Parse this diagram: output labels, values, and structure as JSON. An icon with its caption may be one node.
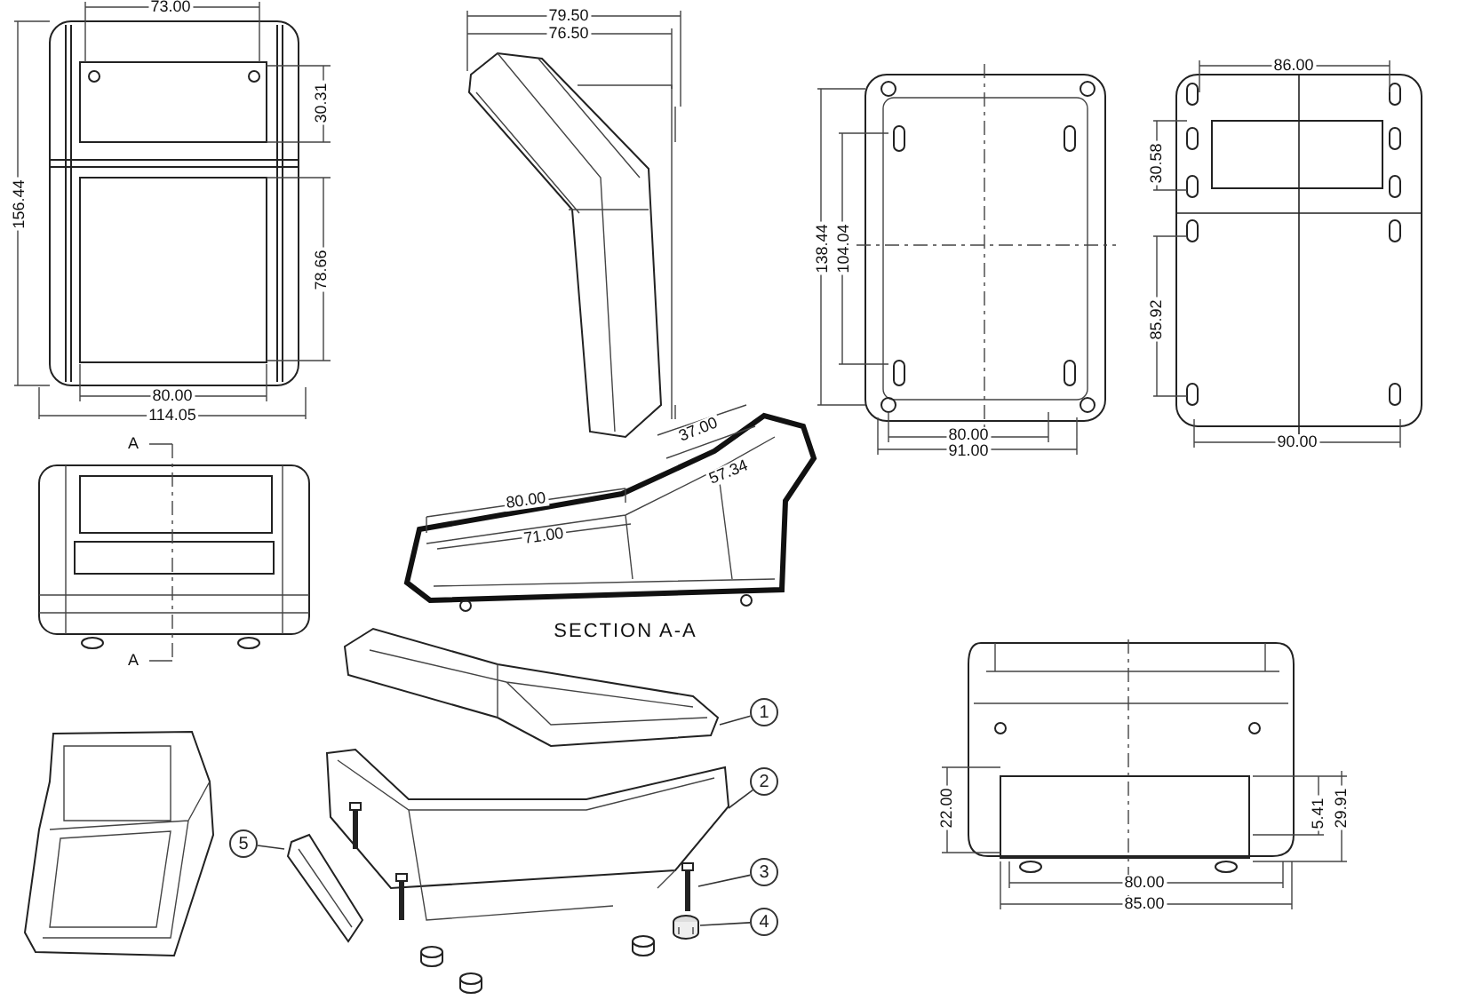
{
  "diagram": {
    "nodes": [
      {
        "text": [
          "1"
        ]
      },
      {
        "text": [
          "2"
        ]
      },
      {
        "text": [
          "3"
        ]
      },
      {
        "text": [
          "4"
        ]
      },
      {
        "text": [
          "5"
        ]
      },
      {
        "text": [],
        "shape": "picture"
      },
      {
        "text": [],
        "shape": "picture"
      },
      {
        "text": [],
        "shape": "picture"
      },
      {
        "text": [],
        "shape": "picture"
      },
      {
        "text": [],
        "shape": "picture"
      }
    ],
    "edges": [
      {
        "from": 0,
        "to": 5,
        "arrow": "none"
      },
      {
        "from": 1,
        "to": 6,
        "arrow": "none"
      },
      {
        "from": 2,
        "to": 7,
        "arrow": "none"
      },
      {
        "from": 3,
        "to": 8,
        "arrow": "none"
      },
      {
        "from": 4,
        "to": 9,
        "arrow": "none"
      }
    ],
    "labels": [
      "73.00",
      "30.31",
      "156.44",
      "78.66",
      "80.00",
      "114.05",
      "79.50",
      "76.50",
      "138.44",
      "104.04",
      "86.00",
      "30.58",
      "85.92",
      "A",
      "37.00",
      "80.00",
      "91.00",
      "90.00",
      "57.34",
      "80.00",
      "71.00",
      "A",
      "SECTION A-A",
      "22.00",
      "5.41",
      "29.91",
      "80.00",
      "85.00"
    ]
  }
}
